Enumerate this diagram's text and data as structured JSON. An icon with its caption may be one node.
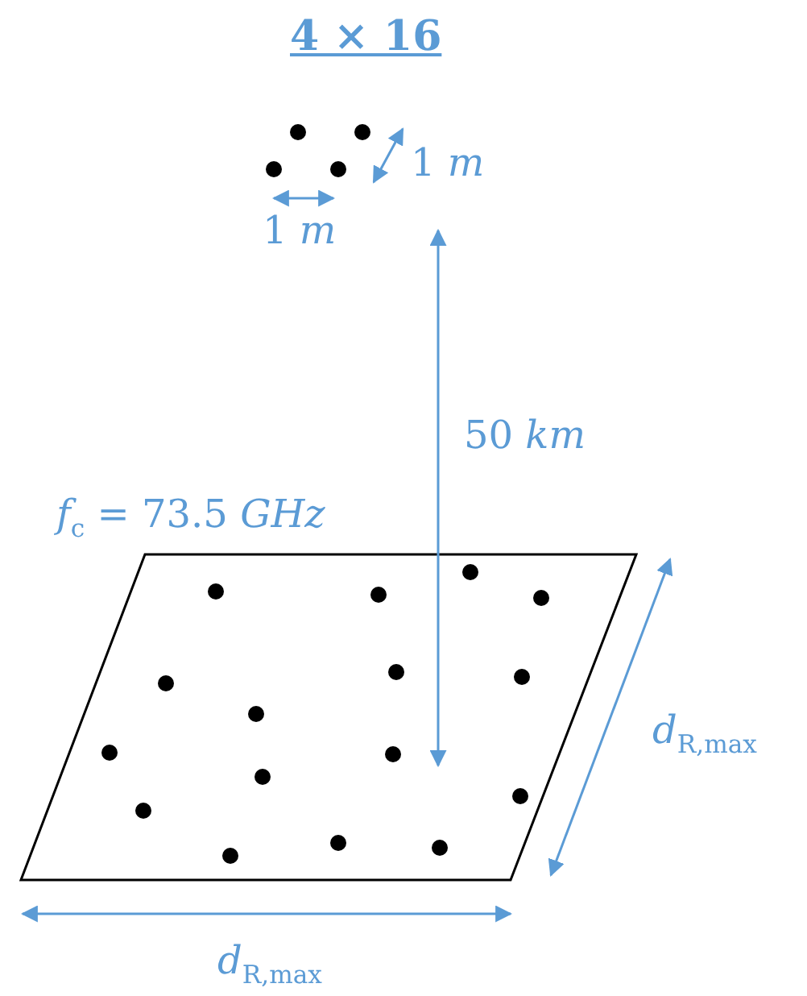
{
  "diagram": {
    "title": "4 × 16",
    "labels": [
      "1 *m*",
      "1 *m*",
      "50 *km*",
      "*f*$_{c}$ = 73.5 *GHz*",
      "*d*$_{R,max}$",
      "*d*$_{R,max}$"
    ]
  }
}
